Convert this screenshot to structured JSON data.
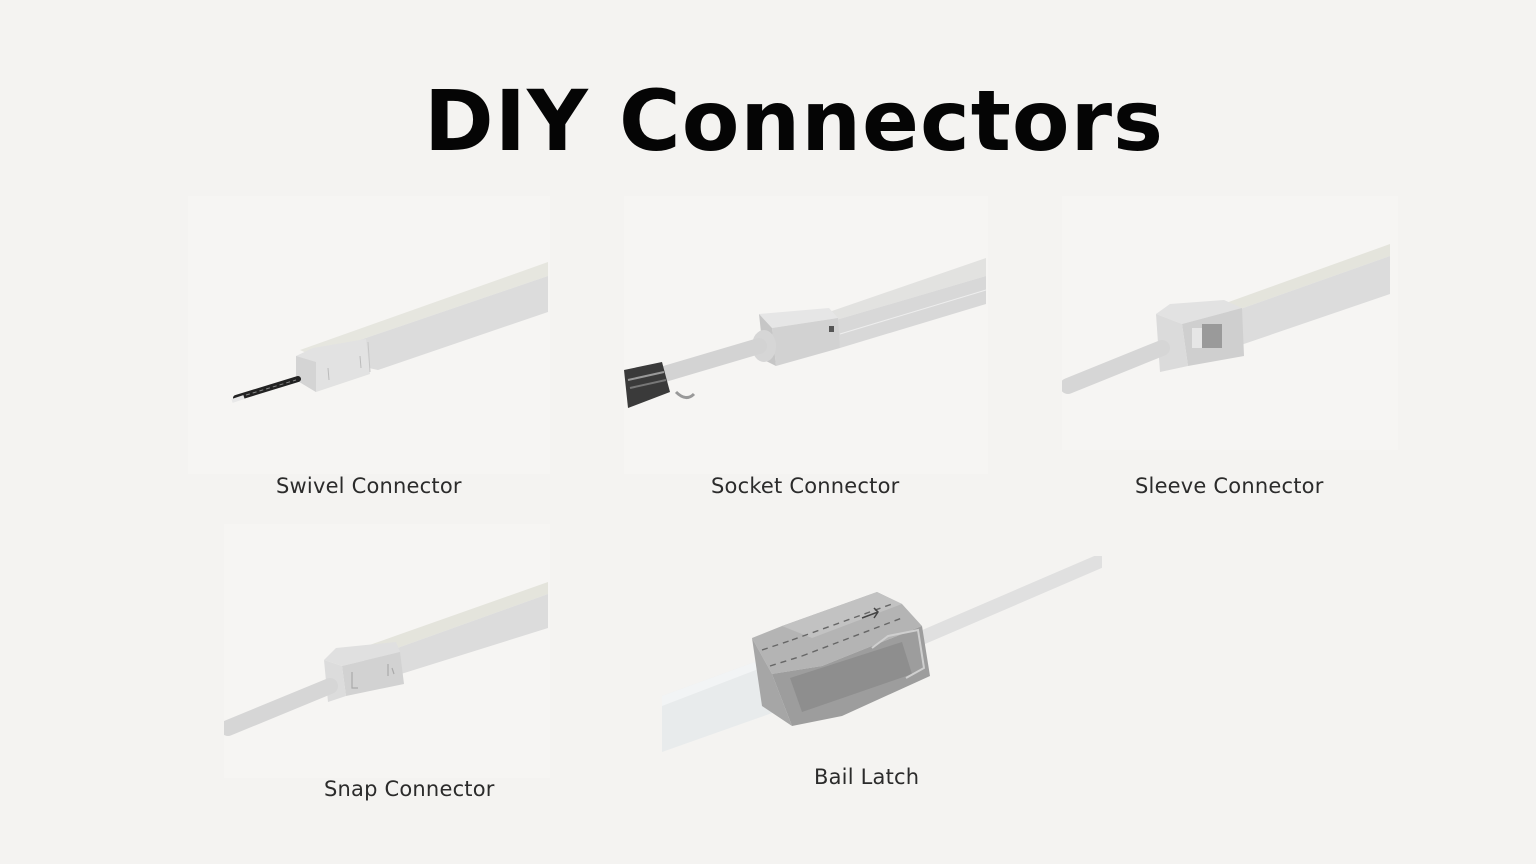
{
  "title": "DIY Connectors",
  "colors": {
    "background": "#f4f3f1",
    "panel": "#f6f5f3",
    "title_text": "#050505",
    "caption_text": "#2b2b2b"
  },
  "products": [
    {
      "label": "Swivel Connector",
      "icon": "swivel-connector-image"
    },
    {
      "label": "Socket Connector",
      "icon": "socket-connector-image"
    },
    {
      "label": "Sleeve Connector",
      "icon": "sleeve-connector-image"
    },
    {
      "label": "Snap Connector",
      "icon": "snap-connector-image"
    },
    {
      "label": "Bail Latch",
      "icon": "bail-latch-image"
    }
  ]
}
